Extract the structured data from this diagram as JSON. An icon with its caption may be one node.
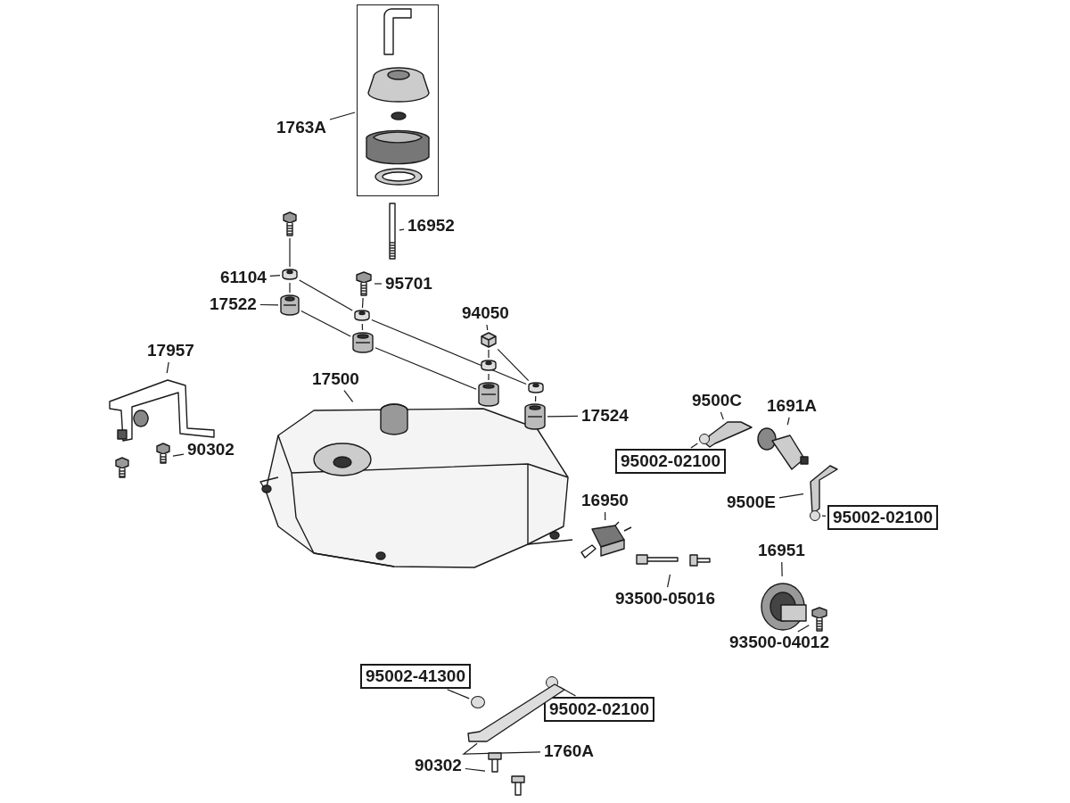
{
  "diagram": {
    "nodes": [
      {
        "text": [
          "1763A"
        ]
      },
      {
        "text": [
          "16952"
        ]
      },
      {
        "text": [
          "61104"
        ]
      },
      {
        "text": [
          "95701"
        ]
      },
      {
        "text": [
          "17522"
        ]
      },
      {
        "text": [
          "94050"
        ]
      },
      {
        "text": [
          "17957"
        ]
      },
      {
        "text": [
          "90302"
        ]
      },
      {
        "text": [
          "17500"
        ]
      },
      {
        "text": [
          "17524"
        ]
      },
      {
        "text": [
          "9500C"
        ]
      },
      {
        "text": [
          "1691A"
        ]
      },
      {
        "text": [
          "95002-02100"
        ]
      },
      {
        "text": [
          "9500E"
        ]
      },
      {
        "text": [
          "95002-02100"
        ]
      },
      {
        "text": [
          "16950"
        ]
      },
      {
        "text": [
          "93500-05016"
        ]
      },
      {
        "text": [
          "16951"
        ]
      },
      {
        "text": [
          "93500-04012"
        ]
      },
      {
        "text": [
          "95002-41300"
        ]
      },
      {
        "text": [
          "95002-02100"
        ]
      },
      {
        "text": [
          "1760A"
        ]
      },
      {
        "text": [
          "90302"
        ]
      },
      {
        "text": [],
        "shape": "box"
      },
      {
        "text": [],
        "shape": "picture"
      },
      {
        "text": [],
        "shape": "picture"
      },
      {
        "text": [],
        "shape": "picture"
      },
      {
        "text": [],
        "shape": "picture"
      },
      {
        "text": [],
        "shape": "picture"
      },
      {
        "text": [],
        "shape": "picture"
      },
      {
        "text": [],
        "shape": "picture"
      },
      {
        "text": [],
        "shape": "picture"
      },
      {
        "text": [],
        "shape": "picture"
      },
      {
        "text": [],
        "shape": "picture"
      },
      {
        "text": [],
        "shape": "picture"
      },
      {
        "text": [],
        "shape": "circle"
      },
      {
        "text": [],
        "shape": "picture"
      },
      {
        "text": [],
        "shape": "circle"
      },
      {
        "text": [],
        "shape": "picture"
      },
      {
        "text": [],
        "shape": "picture"
      },
      {
        "text": [],
        "shape": "picture"
      },
      {
        "text": [],
        "shape": "picture"
      },
      {
        "text": [],
        "shape": "circle"
      },
      {
        "text": [],
        "shape": "circle"
      },
      {
        "text": [],
        "shape": "picture"
      },
      {
        "text": [],
        "shape": "picture"
      },
      {
        "text": [],
        "shape": "picture"
      },
      {
        "text": [],
        "shape": "picture"
      },
      {
        "text": [],
        "shape": "picture"
      },
      {
        "text": [],
        "shape": "picture"
      },
      {
        "text": [],
        "shape": "picture"
      },
      {
        "text": [],
        "shape": "picture"
      }
    ],
    "edges": [
      {
        "from": 0,
        "to": 23,
        "arrow": "none"
      },
      {
        "from": 1,
        "to": 24,
        "arrow": "none"
      },
      {
        "from": 2,
        "to": 25,
        "arrow": "none"
      },
      {
        "from": 3,
        "to": 26,
        "arrow": "none"
      },
      {
        "from": 4,
        "to": 27,
        "arrow": "none"
      },
      {
        "from": 5,
        "to": 28,
        "arrow": "none"
      },
      {
        "from": 6,
        "to": 29,
        "arrow": "none"
      },
      {
        "from": 7,
        "to": 30,
        "arrow": "none"
      },
      {
        "from": 8,
        "to": 31,
        "arrow": "none"
      },
      {
        "from": 9,
        "to": 32,
        "arrow": "none"
      },
      {
        "from": 10,
        "to": 33,
        "arrow": "none"
      },
      {
        "from": 11,
        "to": 34,
        "arrow": "none"
      },
      {
        "from": 12,
        "to": 35,
        "arrow": "none"
      },
      {
        "from": 13,
        "to": 36,
        "arrow": "none"
      },
      {
        "from": 14,
        "to": 37,
        "arrow": "none"
      },
      {
        "from": 15,
        "to": 38,
        "arrow": "none"
      },
      {
        "from": 16,
        "to": 39,
        "arrow": "none"
      },
      {
        "from": 17,
        "to": 40,
        "arrow": "none"
      },
      {
        "from": 18,
        "to": 41,
        "arrow": "none"
      },
      {
        "from": 19,
        "to": 42,
        "arrow": "none"
      },
      {
        "from": 20,
        "to": 43,
        "arrow": "none"
      },
      {
        "from": 21,
        "to": 44,
        "arrow": "none"
      },
      {
        "from": 22,
        "to": 45,
        "arrow": "none"
      },
      {
        "from": 46,
        "to": 25,
        "arrow": "none"
      },
      {
        "from": 25,
        "to": 27,
        "arrow": "none"
      },
      {
        "from": 27,
        "to": 48,
        "arrow": "none"
      },
      {
        "from": 25,
        "to": 47,
        "arrow": "none"
      },
      {
        "from": 26,
        "to": 47,
        "arrow": "none"
      },
      {
        "from": 47,
        "to": 48,
        "arrow": "none"
      },
      {
        "from": 47,
        "to": 50,
        "arrow": "none"
      },
      {
        "from": 48,
        "to": 51,
        "arrow": "none"
      },
      {
        "from": 28,
        "to": 49,
        "arrow": "none"
      },
      {
        "from": 49,
        "to": 51,
        "arrow": "none"
      },
      {
        "from": 28,
        "to": 50,
        "arrow": "none"
      },
      {
        "from": 50,
        "to": 32,
        "arrow": "none"
      }
    ]
  }
}
